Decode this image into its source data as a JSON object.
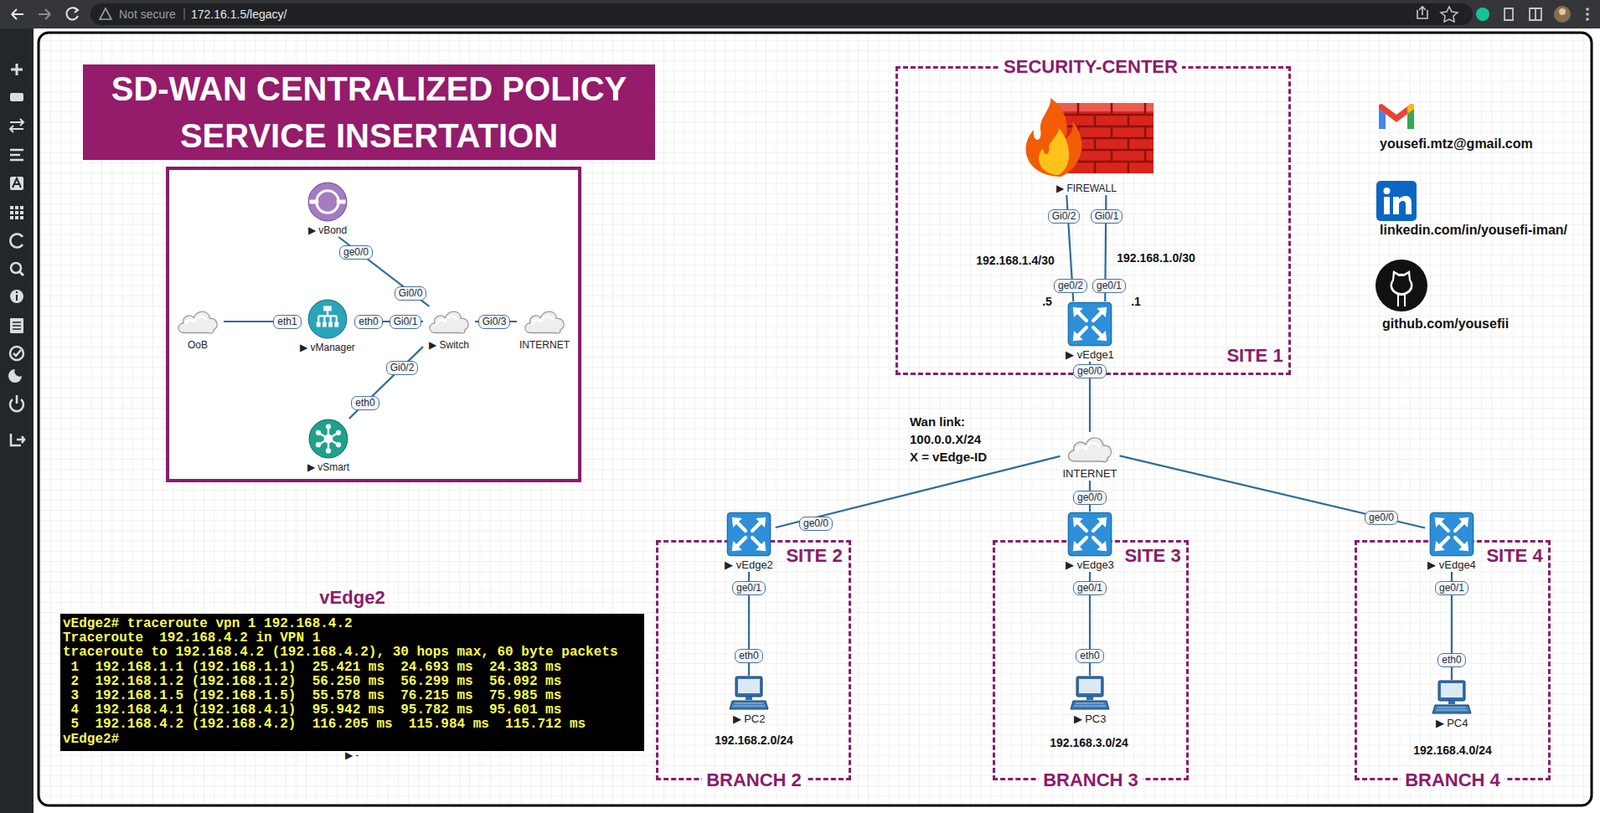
{
  "diagram": {
    "title": "SD-WAN CENTRALIZED POLICY SERVICE INSERTATION",
    "nodes": [
      {
        "text": [
          "▶ vBond"
        ]
      },
      {
        "text": [
          "OoB"
        ]
      },
      {
        "text": [
          "▶ vManager"
        ]
      },
      {
        "text": [
          "▶ Switch"
        ]
      },
      {
        "text": [
          "INTERNET"
        ]
      },
      {
        "text": [
          "▶ vSmart"
        ]
      },
      {
        "text": [
          "SECURITY-CENTER",
          "SITE 1"
        ]
      },
      {
        "text": [
          "▶ FIREWALL"
        ],
        "in": 6
      },
      {
        "text": [
          "▶ vEdge1"
        ],
        "in": 6
      },
      {
        "text": [
          "INTERNET"
        ]
      },
      {
        "text": [
          "vEdge2",
          "vEdge2# traceroute vpn 1 192.168.4.2",
          "Traceroute  192.168.4.2 in VPN 1",
          "traceroute to 192.168.4.2 (192.168.4.2), 30 hops max, 60 byte packets",
          " 1  192.168.1.1 (192.168.1.1)  25.421 ms  24.693 ms  24.383 ms",
          " 2  192.168.1.2 (192.168.1.2)  56.250 ms  56.299 ms  56.092 ms",
          " 3  192.168.1.5 (192.168.1.5)  55.578 ms  76.215 ms  75.985 ms",
          " 4  192.168.4.1 (192.168.4.1)  95.942 ms  95.782 ms  95.601 ms",
          " 5  192.168.4.2 (192.168.4.2)  116.205 ms  115.984 ms  115.712 ms",
          "vEdge2#"
        ]
      },
      {
        "text": [
          "SITE 2",
          "BRANCH 2"
        ]
      },
      {
        "text": [
          "▶ vEdge2"
        ],
        "in": 11
      },
      {
        "text": [
          "▶ PC2"
        ],
        "in": 11
      },
      {
        "text": [
          "SITE 3",
          "BRANCH 3"
        ]
      },
      {
        "text": [
          "▶ vEdge3"
        ],
        "in": 14
      },
      {
        "text": [
          "▶ PC3"
        ],
        "in": 14
      },
      {
        "text": [
          "SITE 4",
          "BRANCH 4"
        ]
      },
      {
        "text": [
          "▶ vEdge4"
        ],
        "in": 17
      },
      {
        "text": [
          "▶ PC4"
        ],
        "in": 17
      }
    ],
    "edges": [
      {
        "from": 0,
        "to": 3,
        "arrow": "none"
      },
      {
        "from": 1,
        "to": 2,
        "arrow": "none"
      },
      {
        "from": 2,
        "to": 3,
        "arrow": "none"
      },
      {
        "from": 3,
        "to": 4,
        "arrow": "none"
      },
      {
        "from": 5,
        "to": 3,
        "arrow": "none"
      },
      {
        "from": 7,
        "to": 8,
        "arrow": "none"
      },
      {
        "from": 7,
        "to": 8,
        "arrow": "none"
      },
      {
        "from": 8,
        "to": 9,
        "arrow": "none"
      },
      {
        "from": 9,
        "to": 12,
        "arrow": "none"
      },
      {
        "from": 9,
        "to": 15,
        "arrow": "none"
      },
      {
        "from": 9,
        "to": 18,
        "arrow": "none"
      },
      {
        "from": 12,
        "to": 13,
        "arrow": "none"
      },
      {
        "from": 15,
        "to": 16,
        "arrow": "none"
      },
      {
        "from": 18,
        "to": 19,
        "arrow": "none"
      }
    ],
    "labels": [
      "Not secure",
      "172.16.1.5/legacy/",
      "ge0/0",
      "Gi0/0",
      "eth1",
      "eth0",
      "Gi0/1",
      "Gi0/3",
      "Gi0/2",
      "eth0",
      "yousefi.mtz@gmail.com",
      "linkedin.com/in/yousefi-iman/",
      "github.com/yousefii",
      "Gi0/2",
      "Gi0/1",
      "192.168.1.4/30",
      "192.168.1.0/30",
      "ge0/2",
      "ge0/1",
      ".5",
      ".1",
      "ge0/0",
      "Wan link:",
      "100.0.0.X/24",
      "X = vEdge-ID",
      "ge0/0",
      "ge0/0",
      "ge0/0",
      "ge0/1",
      "eth0",
      "192.168.2.0/24",
      "ge0/1",
      "eth0",
      "192.168.3.0/24",
      "ge0/1",
      "eth0",
      "192.168.4.0/24",
      "▶ -"
    ]
  }
}
